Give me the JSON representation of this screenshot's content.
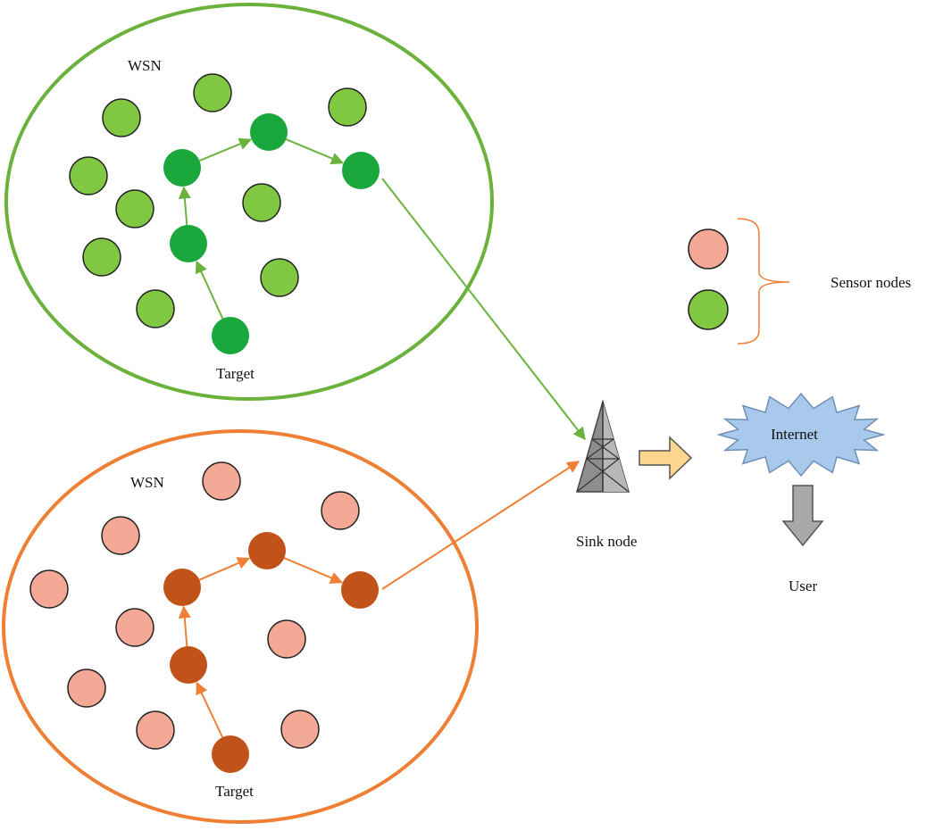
{
  "wsn_top": {
    "label": "WSN",
    "target_label": "Target",
    "node_color": "#80c842",
    "path_node_color": "#1aa83c",
    "boundary_color": "#6ab23c",
    "arrow_color": "#6ab23c"
  },
  "wsn_bottom": {
    "label": "WSN",
    "target_label": "Target",
    "node_color": "#f3a996",
    "path_node_color": "#c0521a",
    "boundary_color": "#ee7f34",
    "arrow_color": "#ee7f34"
  },
  "legend": {
    "label": "Sensor nodes",
    "colors": [
      "#f3a996",
      "#80c842"
    ],
    "brace_color": "#ee7f34"
  },
  "sink": {
    "label": "Sink node",
    "icon": "tower-icon"
  },
  "internet": {
    "label": "Internet",
    "fill": "#a8c8ec"
  },
  "user": {
    "label": "User",
    "arrow_fill": "#a9a9a9"
  },
  "sink_to_internet_arrow": {
    "fill": "#fcd58e"
  }
}
